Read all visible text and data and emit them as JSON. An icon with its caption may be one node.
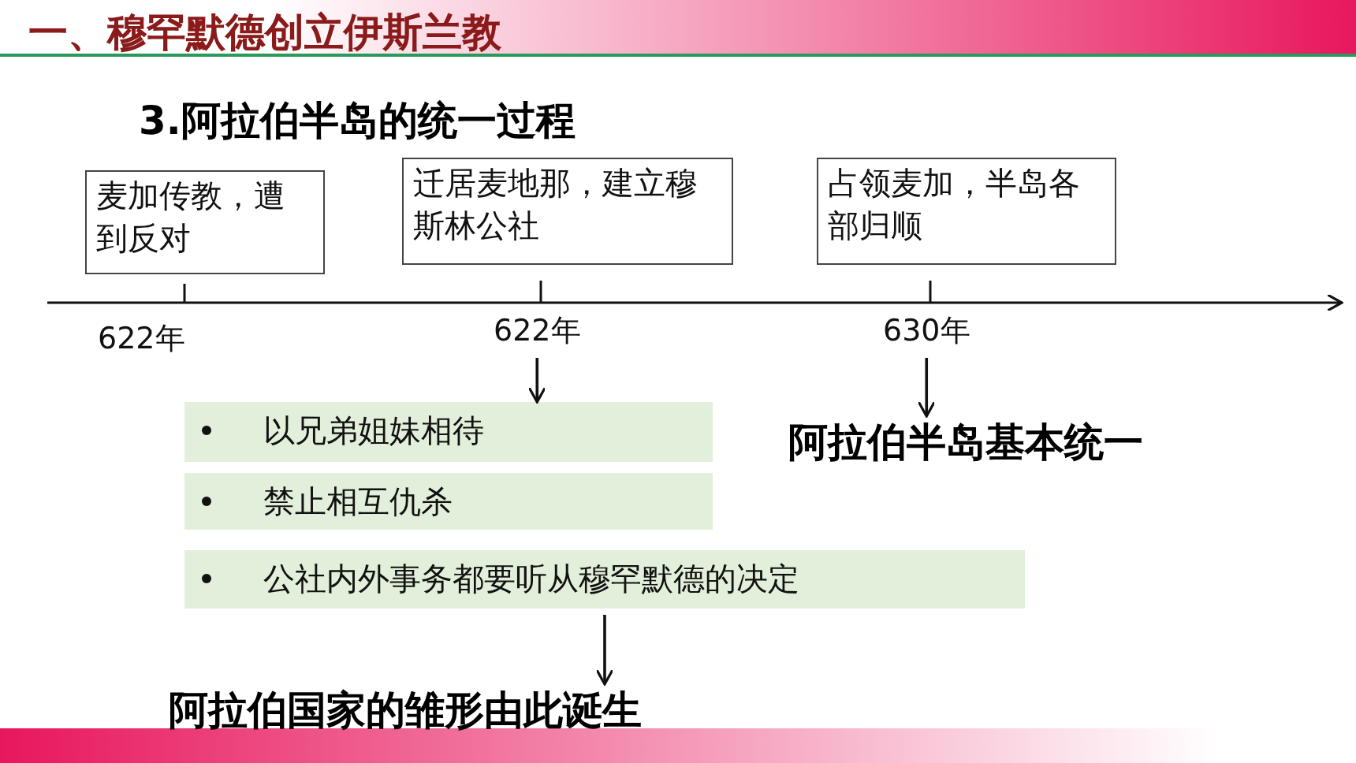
{
  "diagram": {
    "title": "一、穆罕默德创立伊斯兰教",
    "nodes": [
      {
        "text": [
          "麦加传教，遭到反对"
        ]
      },
      {
        "text": [
          "迁居麦地那，建立穆斯林公社"
        ]
      },
      {
        "text": [
          "占领麦加，半岛各部归顺"
        ]
      },
      {
        "text": [
          "622年"
        ]
      },
      {
        "text": [
          "622年"
        ]
      },
      {
        "text": [
          "630年"
        ]
      },
      {
        "text": [
          "以兄弟姐妹相待"
        ]
      },
      {
        "text": [
          "禁止相互仇杀"
        ]
      },
      {
        "text": [
          "公社内外事务都要听从穆罕默德的决定"
        ]
      },
      {
        "text": [
          "阿拉伯半岛基本统一"
        ]
      },
      {
        "text": [
          "阿拉伯国家的雏形由此诞生"
        ]
      }
    ],
    "edges": [
      {
        "from": 4,
        "to": 6,
        "arrow": "to"
      },
      {
        "from": 5,
        "to": 9,
        "arrow": "to"
      },
      {
        "from": 8,
        "to": 10,
        "arrow": "to"
      }
    ],
    "labels": [
      "3.阿拉伯半岛的统一过程"
    ]
  }
}
